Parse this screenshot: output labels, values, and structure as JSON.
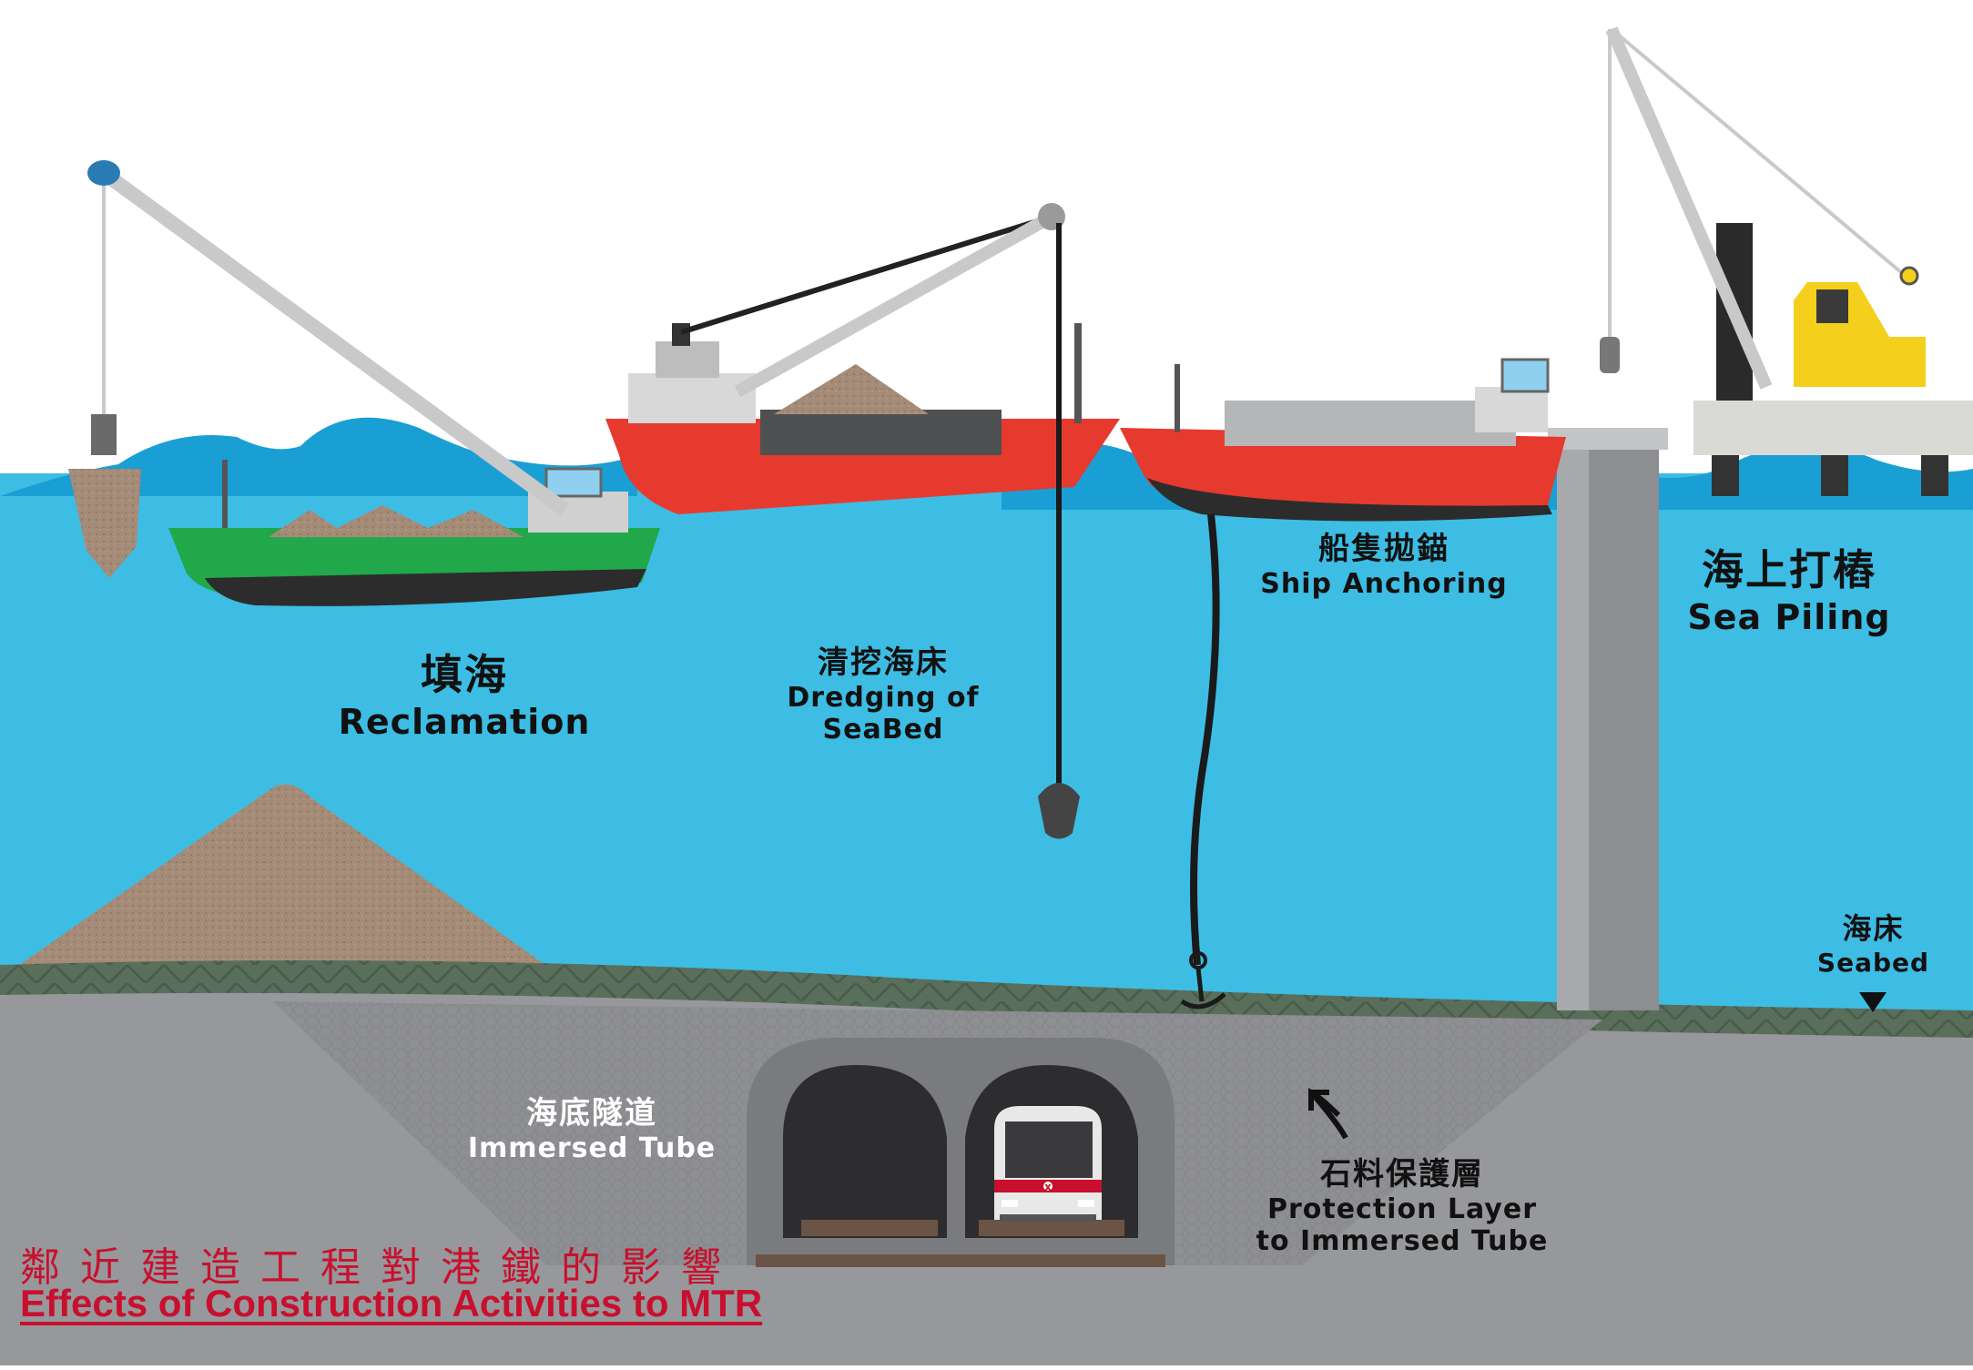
{
  "labels": {
    "reclamation": {
      "zh": "填海",
      "en": "Reclamation"
    },
    "dredging": {
      "zh": "清挖海床",
      "en_line1": "Dredging of",
      "en_line2": "SeaBed"
    },
    "anchoring": {
      "zh": "船隻拋錨",
      "en": "Ship Anchoring"
    },
    "piling": {
      "zh": "海上打樁",
      "en": "Sea Piling"
    },
    "seabed": {
      "zh": "海床",
      "en": "Seabed"
    },
    "tube": {
      "zh": "海底隧道",
      "en": "Immersed Tube"
    },
    "protection": {
      "zh": "石料保護層",
      "en_line1": "Protection Layer",
      "en_line2": "to Immersed Tube"
    }
  },
  "footer": {
    "zh": "鄰近建造工程對港鐵的影響",
    "en": "Effects of Construction Activities to MTR"
  },
  "train_badge": "x",
  "colors": {
    "sea": "#3dbde4",
    "wave": "#1a9fd4",
    "ground": "#97989b",
    "seabed_band": "#55705a",
    "sand": "#a48b77",
    "red_hull": "#e63a2e",
    "green_hull": "#20a84a",
    "crane": "#c9c9c9",
    "footer": "#c8102e"
  }
}
